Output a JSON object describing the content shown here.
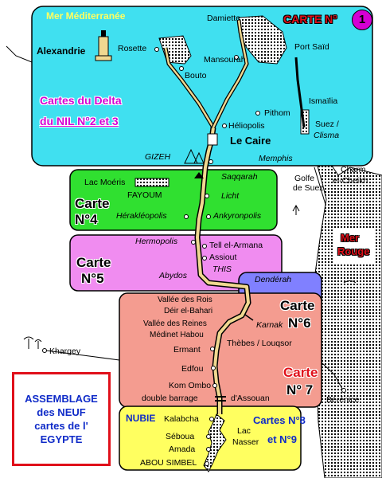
{
  "regions": {
    "mediterranean": "Mer Méditerranée",
    "red_sea_line1": "Mer",
    "red_sea_line2": "Rouge",
    "nubia": "NUBIE"
  },
  "map_cards": {
    "carte1_label": "CARTE N°",
    "carte1_badge": "1",
    "delta_line1": "Cartes du Delta",
    "delta_line2": "du NIL N°2 et 3",
    "carte4_line1": "Carte",
    "carte4_line2": "N°4",
    "carte5_line1": "Carte",
    "carte5_line2": "N°5",
    "carte6_line1": "Carte",
    "carte6_line2": "N°6",
    "carte7_line1": "Carte",
    "carte7_line2": "N° 7",
    "carte89_line1": "Cartes N°8",
    "carte89_line2": "et N°9"
  },
  "places": {
    "alexandrie": "Alexandrie",
    "rosette": "Rosette",
    "damiette": "Damiette",
    "port_said": "Port Saïd",
    "mansourah": "Mansourah",
    "bouto": "Bouto",
    "ismailia": "Ismaïlia",
    "pithom": "Pithom",
    "heliopolis": "Héliopolis",
    "suez": "Suez /",
    "clisma": "Clisma",
    "gizeh": "GIZEH",
    "le_caire": "Le Caire",
    "memphis": "Memphis",
    "golfe_line1": "Golfe",
    "golfe_line2": "de Suez",
    "charm_line1": "Charm",
    "charm_line2": "el-Cheikh",
    "lac_moeris": "Lac Moéris",
    "saqqarah": "Saqqarah",
    "fayoum": "FAYOUM",
    "licht": "Licht",
    "herakleopolis": "Hérakléopolis",
    "ankyronpolis": "Ankyronpolis",
    "hermopolis": "Hermopolis",
    "tell_el_armana": "Tell el-Armana",
    "assiout": "Assiout",
    "this": "THIS",
    "abydos": "Abydos",
    "denderah": "Dendérah",
    "karnak": "Karnak",
    "vallee_des_rois": "Vallée des Rois",
    "deir_el_bahari": "Déir el-Bahari",
    "vallee_des_reines": "Vallée des Reines",
    "medinet_habou": "Médinet Habou",
    "thebes": "Thèbes / Louqsor",
    "khargey": "Khargey",
    "ermant": "Ermant",
    "edfou": "Edfou",
    "kom_ombo": "Kom Ombo",
    "double_barrage": "double barrage",
    "d_assouan": "d'Assouan",
    "berenice": "Bérénice",
    "kalabcha": "Kalabcha",
    "seboua": "Séboua",
    "amada": "Amada",
    "abou_simbel": "ABOU SIMBEL",
    "lac_line1": "Lac",
    "lac_line2": "Nasser"
  },
  "assemblage": {
    "line1": "ASSEMBLAGE",
    "line2": "des NEUF",
    "line3": "cartes de l'",
    "line4": "EGYPTE"
  },
  "colors": {
    "delta_card": "#40e0f0",
    "card4": "#30e030",
    "card5": "#f08cf0",
    "card6": "#8080ff",
    "card7": "#f49c90",
    "card89": "#ffff60",
    "assemblage_border": "#e0101a",
    "assemblage_text": "#0f2bc8",
    "red_label": "#e0101a",
    "nile": "#f0d890",
    "badge": "#d400d4"
  }
}
